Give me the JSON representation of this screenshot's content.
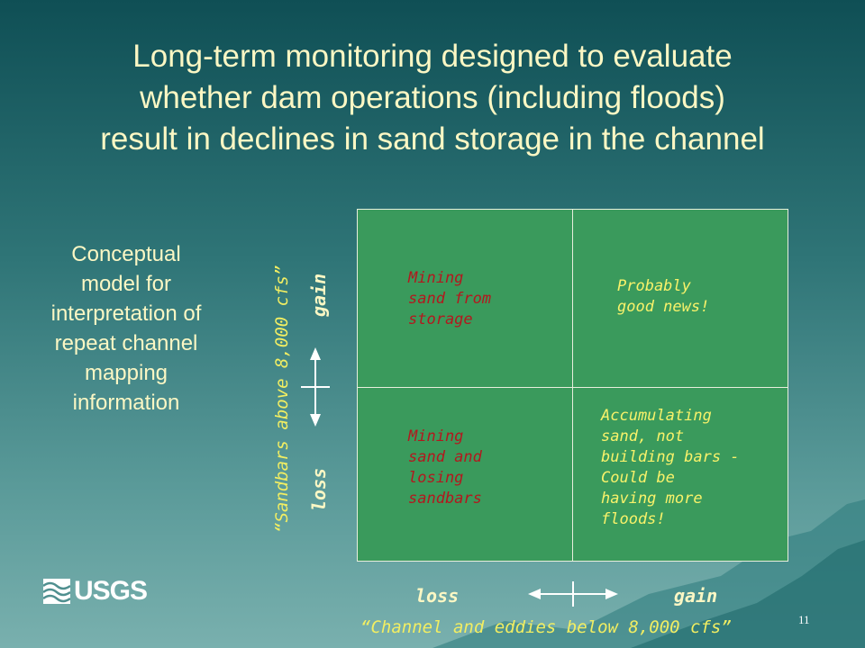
{
  "title_lines": [
    "Long-term monitoring designed to evaluate",
    "whether dam operations (including floods)",
    "result in declines in sand storage in the channel"
  ],
  "concept_lines": [
    "Conceptual",
    "model for",
    "interpretation of",
    "repeat channel",
    "mapping",
    "information"
  ],
  "y_axis": {
    "label": "“Sandbars above 8,000 cfs”",
    "gain": "gain",
    "loss": "loss"
  },
  "x_axis": {
    "label": "“Channel and eddies below 8,000 cfs”",
    "gain": "gain",
    "loss": "loss"
  },
  "quadrants": {
    "top_left": "Mining\nsand from\nstorage",
    "top_right": "Probably\ngood news!",
    "bottom_left": "Mining\nsand and\nlosing\nsandbars",
    "bottom_right": "Accumulating\nsand, not\nbuilding bars -\nCould be\nhaving more\nfloods!"
  },
  "logo_text": "USGS",
  "page_number": "11",
  "colors": {
    "grid_fill": "#3a9a5c",
    "title_text": "#fbf7c4",
    "axis_label": "#f2ee62",
    "red_text": "#b3181e"
  }
}
